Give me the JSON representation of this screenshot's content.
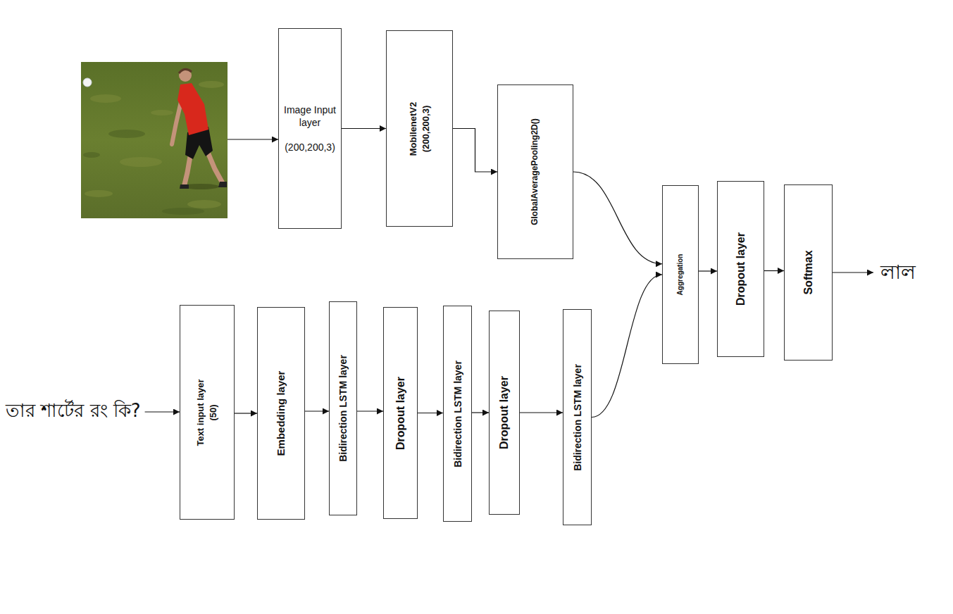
{
  "diagram": {
    "nodes": [
      {
        "text": [
          "Image Input layer",
          "(200,200,3)"
        ]
      },
      {
        "text": [
          "MobilenetV2",
          "(200,200,3)"
        ]
      },
      {
        "text": [
          "GlobalAveragePooling2D()"
        ]
      },
      {
        "text": [
          "Aggregation"
        ]
      },
      {
        "text": [
          "Dropout layer"
        ]
      },
      {
        "text": [
          "Softmax"
        ]
      },
      {
        "text": [
          "Text input layer",
          "(50)"
        ]
      },
      {
        "text": [
          "Embedding layer"
        ]
      },
      {
        "text": [
          "Bidirection LSTM layer"
        ]
      },
      {
        "text": [
          "Dropout layer"
        ]
      },
      {
        "text": [
          "Bidirection LSTM layer"
        ]
      },
      {
        "text": [
          "Dropout layer"
        ]
      },
      {
        "text": [
          "Bidirection LSTM layer"
        ]
      }
    ],
    "edges": [
      {
        "from": 0,
        "to": 1,
        "arrow": "to"
      },
      {
        "from": 1,
        "to": 2,
        "arrow": "to"
      },
      {
        "from": 2,
        "to": 3,
        "arrow": "to"
      },
      {
        "from": 3,
        "to": 4,
        "arrow": "to"
      },
      {
        "from": 4,
        "to": 5,
        "arrow": "to"
      },
      {
        "from": 6,
        "to": 7,
        "arrow": "to"
      },
      {
        "from": 7,
        "to": 8,
        "arrow": "to"
      },
      {
        "from": 8,
        "to": 9,
        "arrow": "to"
      },
      {
        "from": 9,
        "to": 10,
        "arrow": "to"
      },
      {
        "from": 10,
        "to": 11,
        "arrow": "to"
      },
      {
        "from": 11,
        "to": 12,
        "arrow": "to"
      },
      {
        "from": 12,
        "to": 3,
        "arrow": "to"
      }
    ],
    "labels": [
      "তার শার্টের রং কি?",
      "লাল"
    ]
  }
}
